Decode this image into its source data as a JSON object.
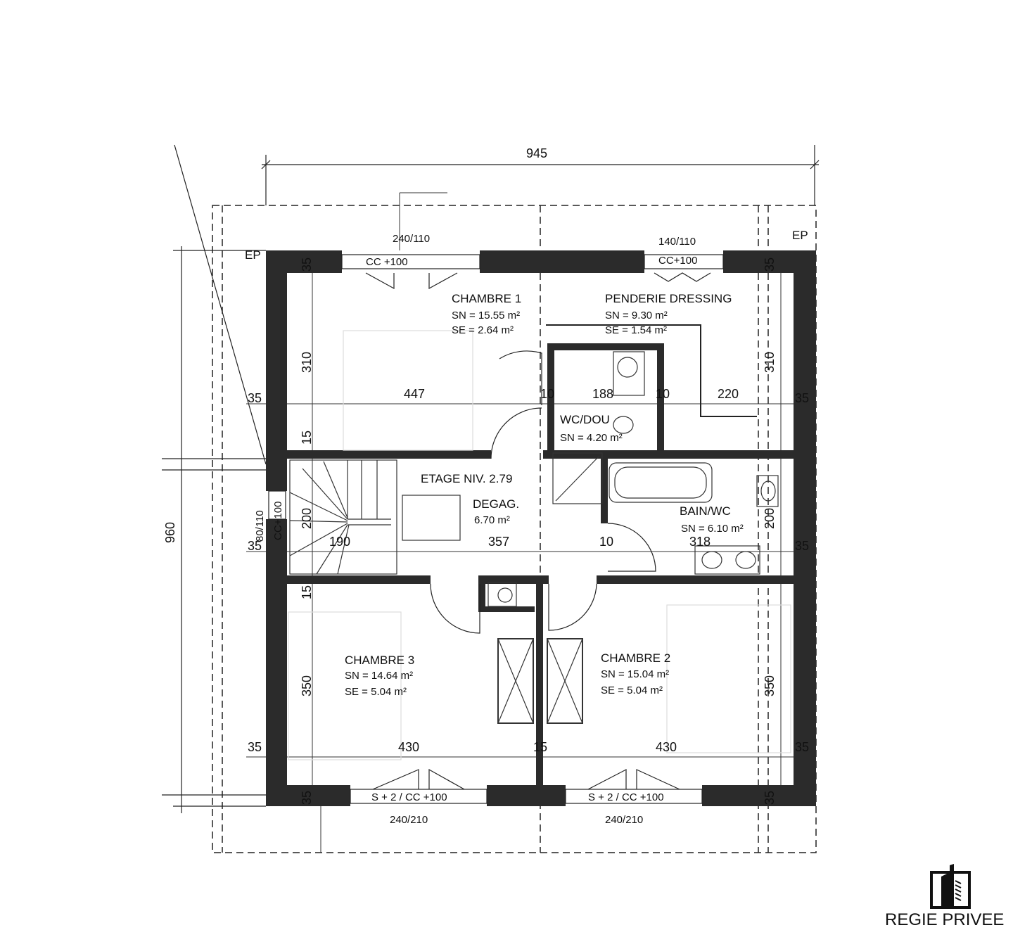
{
  "plan": {
    "level": "ETAGE NIV. 2.79",
    "overall_width": "945",
    "overall_height": "960",
    "rooms": [
      {
        "name": "CHAMBRE 1",
        "sn": "SN = 15.55 m²",
        "se": "SE =   2.64 m²"
      },
      {
        "name": "PENDERIE DRESSING",
        "sn": "SN =   9.30 m²",
        "se": "SE =   1.54 m²"
      },
      {
        "name": "WC/DOU",
        "sn": "SN = 4.20 m²"
      },
      {
        "name": "DEGAG.",
        "sn": "6.70 m²"
      },
      {
        "name": "BAIN/WC",
        "sn": "SN = 6.10 m²"
      },
      {
        "name": "CHAMBRE 3",
        "sn": "SN = 14.64 m²",
        "se": "SE =   5.04 m²"
      },
      {
        "name": "CHAMBRE 2",
        "sn": "SN = 15.04 m²",
        "se": "SE =   5.04 m²"
      }
    ],
    "openings": {
      "top_left_size": "240/110",
      "top_left_label": "CC +100",
      "top_right_size": "140/110",
      "top_right_label": "CC+100",
      "left_size": "80/110",
      "left_label": "CC+100",
      "bottom_left_label": "S + 2 / CC +100",
      "bottom_left_size": "240/210",
      "bottom_right_label": "S + 2 / CC +100",
      "bottom_right_size": "240/210"
    },
    "ep_left": "EP",
    "ep_right": "EP",
    "dims": {
      "d447": "447",
      "d10a": "10",
      "d188": "188",
      "d10b": "10",
      "d220": "220",
      "d35l1": "35",
      "d35r1": "35",
      "d35tl": "35",
      "d35tr": "35",
      "d310l": "310",
      "d310r": "310",
      "d15a": "15",
      "d200l": "200",
      "d200r": "200",
      "d190": "190",
      "d357": "357",
      "d10c": "10",
      "d318": "318",
      "d35l2": "35",
      "d35r2": "35",
      "d15b": "15",
      "d350l": "350",
      "d350r": "350",
      "d35l3": "35",
      "d35r3": "35",
      "d430l": "430",
      "d15c": "15",
      "d430r": "430",
      "d35bl": "35",
      "d35br": "35"
    }
  },
  "brand": {
    "name": "REGIE PRIVEE"
  }
}
